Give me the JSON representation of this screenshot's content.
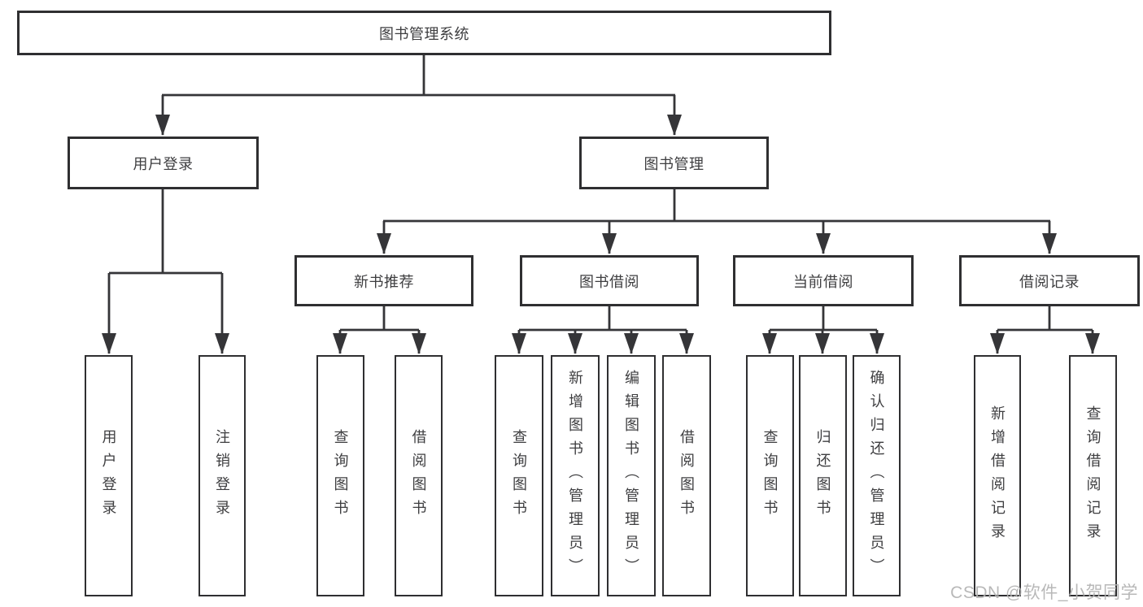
{
  "title": {
    "label": "图书管理系统"
  },
  "level2": {
    "user_login": {
      "label": "用户登录"
    },
    "book_management": {
      "label": "图书管理"
    }
  },
  "level3": {
    "new_book_recommend": {
      "label": "新书推荐"
    },
    "book_borrow": {
      "label": "图书借阅"
    },
    "current_borrow": {
      "label": "当前借阅"
    },
    "borrow_records": {
      "label": "借阅记录"
    }
  },
  "leaves": [
    {
      "label": "用户登录"
    },
    {
      "label": "注销登录"
    },
    {
      "label": "查询图书"
    },
    {
      "label": "借阅图书"
    },
    {
      "label": "查询图书"
    },
    {
      "label": "新增图书（管理员）"
    },
    {
      "label": "编辑图书（管理员）"
    },
    {
      "label": "借阅图书"
    },
    {
      "label": "查询图书"
    },
    {
      "label": "归还图书"
    },
    {
      "label": "确认归还（管理员）"
    },
    {
      "label": "新增借阅记录"
    },
    {
      "label": "查询借阅记录"
    }
  ],
  "watermark": {
    "text": "CSDN @软件_小贺同学"
  },
  "colors": {
    "line": "#353538",
    "box_border": "#2f2f31",
    "text": "#3e3e40",
    "background": "#ffffff",
    "watermark": "#b3b3b3"
  }
}
